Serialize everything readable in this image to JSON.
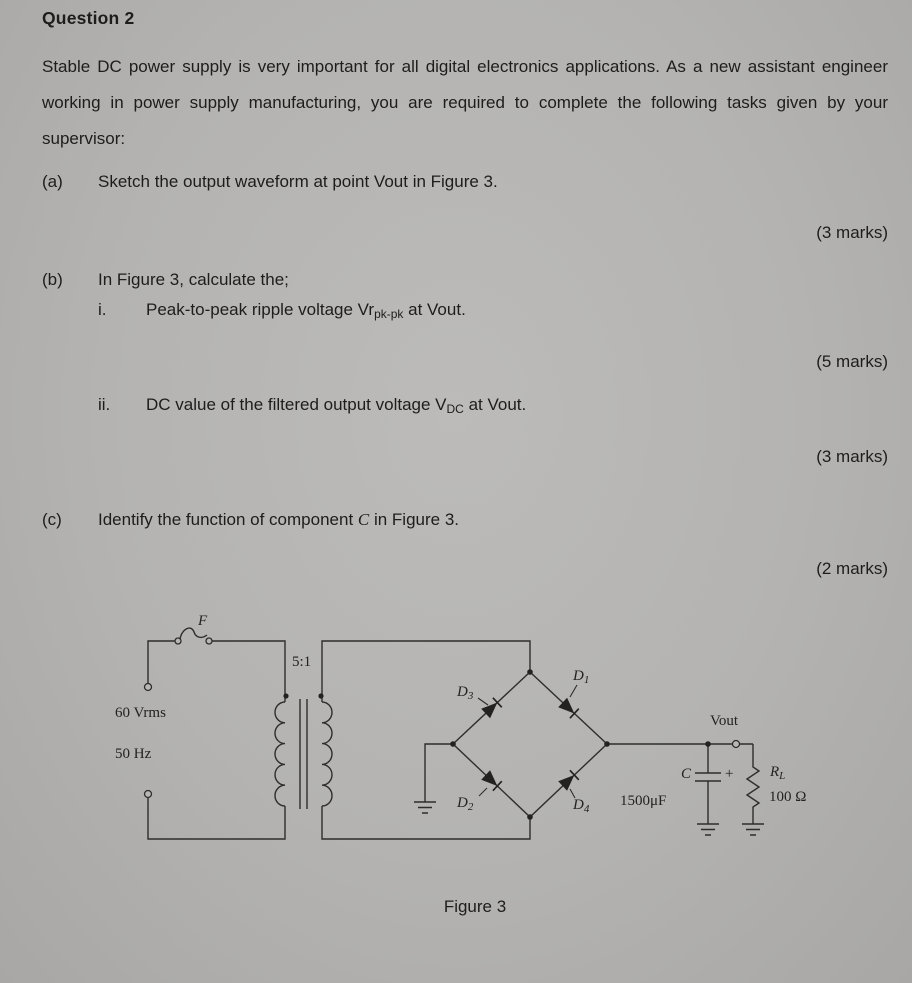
{
  "page": {
    "title": "Question 2"
  },
  "intro": "Stable DC power supply is very important for all digital electronics applications. As a new assistant engineer working in power supply manufacturing, you are required to complete the following tasks given by your supervisor:",
  "part_a": {
    "label": "(a)",
    "text": "Sketch the output waveform at point Vout in Figure 3.",
    "marks": "(3 marks)"
  },
  "part_b": {
    "label": "(b)",
    "text": "In Figure 3, calculate the;",
    "item_i": {
      "num": "i.",
      "pre": "Peak-to-peak ripple voltage Vr",
      "sub": "pk-pk",
      "post": " at Vout.",
      "marks": "(5 marks)"
    },
    "item_ii": {
      "num": "ii.",
      "pre": "DC value of the filtered output voltage V",
      "sub": "DC",
      "post": " at Vout.",
      "marks": "(3 marks)"
    }
  },
  "part_c": {
    "label": "(c)",
    "pre": "Identify the function of component ",
    "emph": "C",
    "post": " in Figure 3.",
    "marks": "(2 marks)"
  },
  "figure": {
    "caption": "Figure 3",
    "fuse": "F",
    "turns_ratio": "5:1",
    "source": {
      "voltage": "60 Vrms",
      "frequency": "50 Hz"
    },
    "diodes": {
      "d1": {
        "base": "D",
        "sub": "1"
      },
      "d2": {
        "base": "D",
        "sub": "2"
      },
      "d3": {
        "base": "D",
        "sub": "3"
      },
      "d4": {
        "base": "D",
        "sub": "4"
      }
    },
    "output_label": "Vout",
    "capacitor": {
      "name": "C",
      "value": "1500μF",
      "polarity": "+"
    },
    "load": {
      "name": "R",
      "name_sub": "L",
      "value": "100 Ω"
    }
  }
}
